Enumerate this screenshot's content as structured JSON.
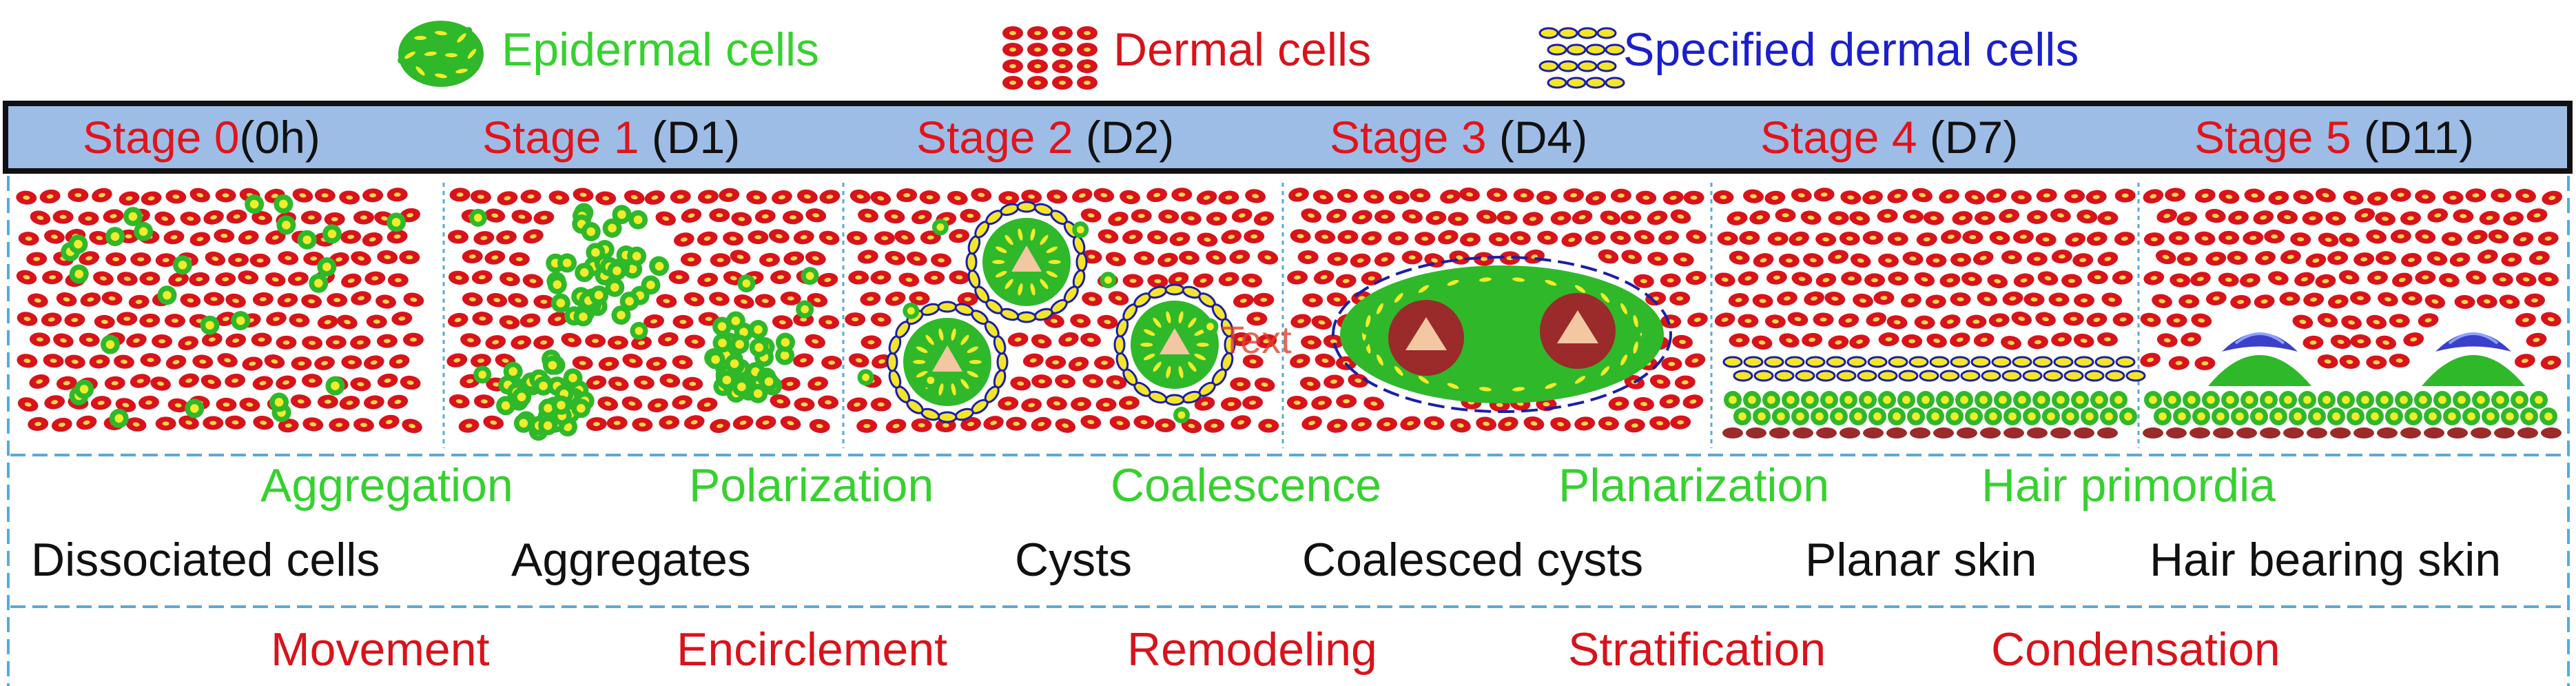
{
  "legend": [
    {
      "label": "Epidermal cells",
      "color": "#36d12f"
    },
    {
      "label": "Dermal cells",
      "color": "#d8131b"
    },
    {
      "label": "Specified dermal cells",
      "color": "#1b1fcc"
    }
  ],
  "stages": [
    {
      "name": "Stage 0",
      "time": "(0h)"
    },
    {
      "name": "Stage 1",
      "time": " (D1)"
    },
    {
      "name": "Stage 2",
      "time": " (D2)"
    },
    {
      "name": "Stage 3",
      "time": " (D4)"
    },
    {
      "name": "Stage 4",
      "time": " (D7)"
    },
    {
      "name": "Stage 5",
      "time": " (D11)"
    }
  ],
  "processes": [
    "Aggregation",
    "Polarization",
    "Coalescence",
    "Planarization",
    "Hair primordia"
  ],
  "states": [
    "Dissociated cells",
    "Aggregates",
    "Cysts",
    "Coalesced cysts",
    "Planar skin",
    "Hair bearing skin"
  ],
  "mechanisms": [
    "Movement",
    "Encirclement",
    "Remodeling",
    "Stratification",
    "Condensation"
  ],
  "stray_label": "Text",
  "colors": {
    "stage_name": "#e0141c",
    "stage_time": "#111111",
    "stage_bar": "#9dbde6",
    "process": "#36d12f",
    "state": "#111111",
    "mechanism": "#d8131b",
    "dashed_line": "#5aaad8",
    "dermal": "#d8131b",
    "epidermal": "#2fb82a",
    "epidermal_core": "#f2ec2a",
    "specified": "#f3e62a",
    "specified_outline": "#1b1fa8",
    "cyst_center": "#f3c7a2",
    "cyst_dark": "#9b2a2a",
    "hair": "#3a40c8"
  }
}
